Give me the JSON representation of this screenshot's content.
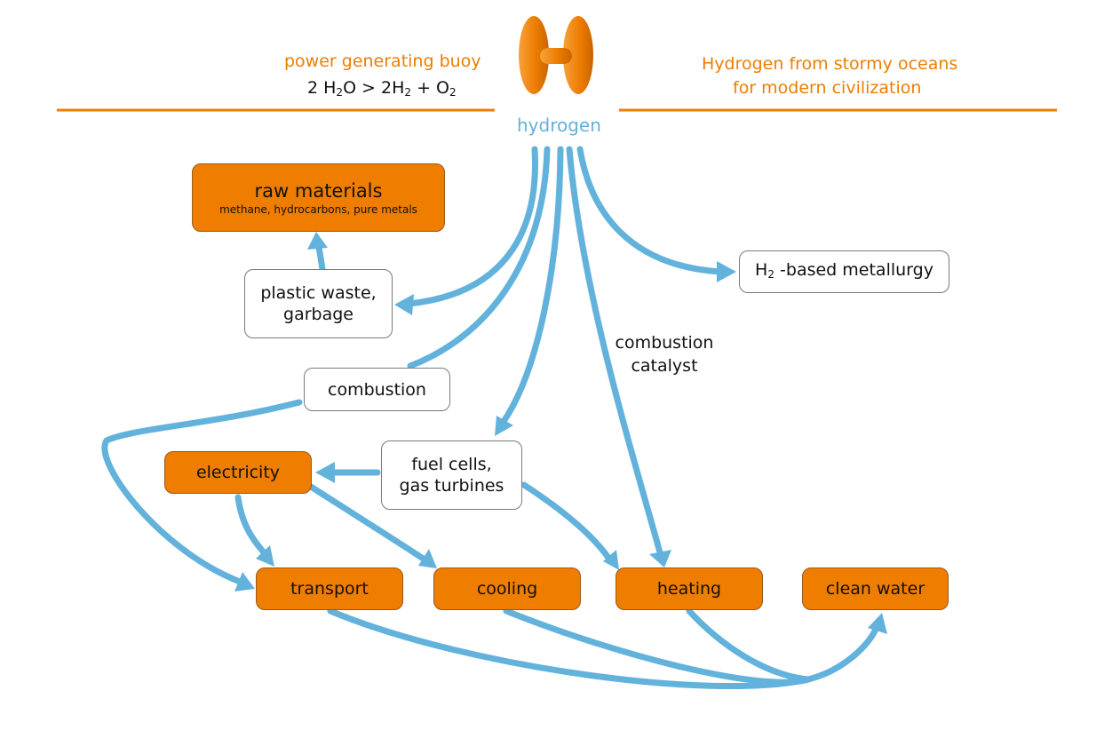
{
  "header": {
    "left_title": "power generating buoy",
    "equation": {
      "p1": "2 H",
      "s1": "2",
      "p2": "O  >  2H",
      "s2": "2",
      "p3": " + O",
      "s3": "2"
    },
    "right_line1": "Hydrogen from stormy oceans",
    "right_line2": "for modern civilization"
  },
  "source": {
    "label": "hydrogen"
  },
  "nodes": {
    "raw_materials": {
      "title": "raw materials",
      "subtitle": "methane, hydrocarbons, pure metals"
    },
    "plastic_waste": {
      "line1": "plastic waste,",
      "line2": "garbage"
    },
    "combustion": {
      "label": "combustion"
    },
    "metallurgy": {
      "prefix": "H",
      "sub": "2",
      "suffix": " -based metallurgy"
    },
    "fuel_cells": {
      "line1": "fuel cells,",
      "line2": "gas turbines"
    },
    "electricity": {
      "label": "electricity"
    },
    "transport": {
      "label": "transport"
    },
    "cooling": {
      "label": "cooling"
    },
    "heating": {
      "label": "heating"
    },
    "clean_water": {
      "label": "clean water"
    }
  },
  "edge_labels": {
    "combustion_catalyst_1": "combustion",
    "combustion_catalyst_2": "catalyst"
  },
  "colors": {
    "orange": "#ee7d00",
    "arrow_blue": "#62b2dc",
    "white": "#ffffff"
  }
}
